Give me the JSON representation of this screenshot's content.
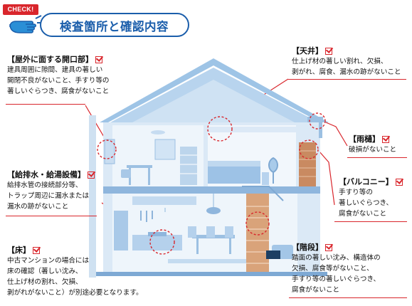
{
  "header": {
    "badge": "CHECK!",
    "title": "検査箇所と確認内容"
  },
  "colors": {
    "accent_blue": "#1b5eab",
    "accent_red": "#d9262c"
  },
  "icons": [
    "pointing-hand-icon",
    "check-box-icon"
  ],
  "callouts": {
    "opening": {
      "heading": "【屋外に面する開口部】",
      "lines": [
        "建具周囲に隙間、建具の著しい",
        "開閉不良がないこと、手すり等の",
        "著しいぐらつき、腐食がないこと"
      ]
    },
    "ceiling": {
      "heading": "【天井】",
      "lines": [
        "仕上げ材の著しい割れ、欠損、",
        "剥がれ、腐食、漏水の跡がないこと"
      ]
    },
    "gutter": {
      "heading": "【雨樋】",
      "lines": [
        "破損がないこと"
      ]
    },
    "plumbing": {
      "heading": "【給排水・給湯設備】",
      "lines": [
        "給排水管の接続部分等、",
        "トラップ周辺に漏水または",
        "漏水の跡がないこと"
      ]
    },
    "balcony": {
      "heading": "【バルコニー】",
      "lines": [
        "手すり等の",
        "著しいぐらつき、",
        "腐食がないこと"
      ]
    },
    "floor": {
      "heading": "【床】",
      "lines": [
        "中古マンションの場合には",
        "床の確認（著しい沈み、",
        "仕上げ材の割れ、欠損、",
        "剥がれがないこと）が別途必要となります。"
      ]
    },
    "stairs": {
      "heading": "【階段】",
      "lines": [
        "踏面の著しい沈み、構造体の",
        "欠損、腐食等がないこと、",
        "手すり等の著しいぐらつき、",
        "腐食がないこと"
      ]
    }
  }
}
